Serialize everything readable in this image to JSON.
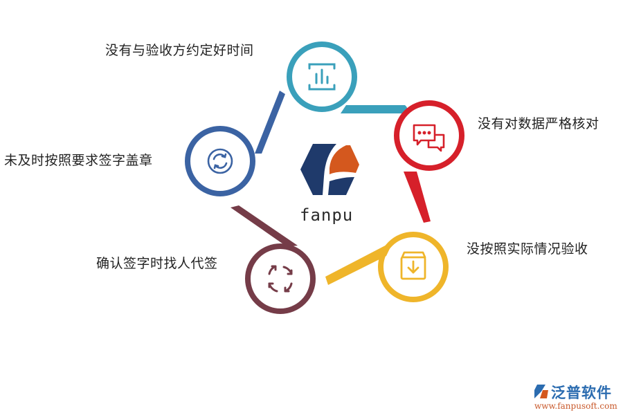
{
  "diagram": {
    "center_logo": {
      "text": "fanpu",
      "colors": {
        "dark": "#1f3a6b",
        "orange": "#d4581e"
      }
    },
    "nodes": [
      {
        "id": "node-1",
        "label": "没有与验收方约定好时间",
        "icon": "bar-chart-icon",
        "color": "#3aa0bb"
      },
      {
        "id": "node-2",
        "label": "没有对数据严格核对",
        "icon": "chat-bubbles-icon",
        "color": "#d6202a"
      },
      {
        "id": "node-3",
        "label": "没按照实际情况验收",
        "icon": "box-download-icon",
        "color": "#efb52a"
      },
      {
        "id": "node-4",
        "label": "确认签字时找人代签",
        "icon": "refresh-cycle-icon",
        "color": "#753c48"
      },
      {
        "id": "node-5",
        "label": "未及时按照要求签字盖章",
        "icon": "sync-circle-icon",
        "color": "#3b63a3"
      }
    ]
  },
  "watermark": {
    "name": "泛普软件",
    "url": "www.fanpusoft.com"
  }
}
